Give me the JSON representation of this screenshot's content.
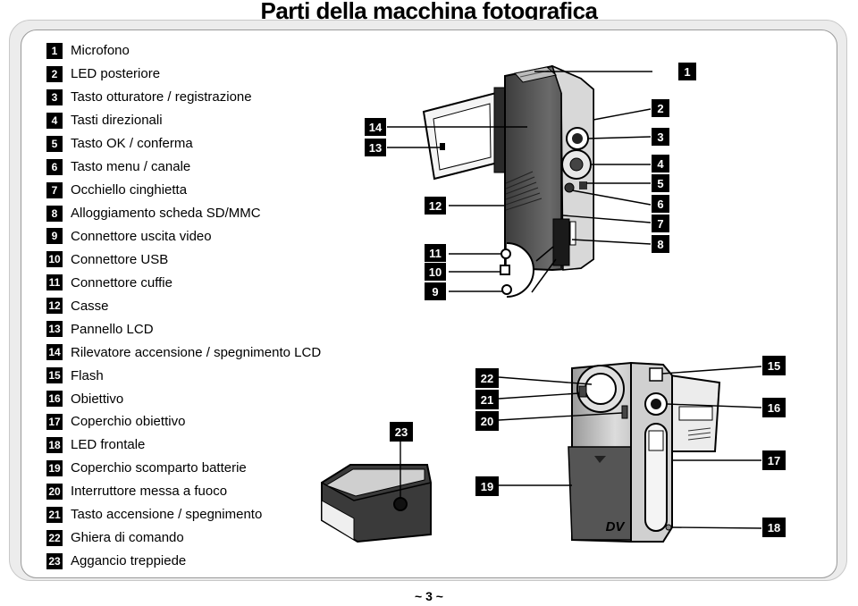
{
  "title": "Parti della macchina fotografica",
  "page_number": "~ 3 ~",
  "parts": [
    {
      "num": "1",
      "label": "Microfono"
    },
    {
      "num": "2",
      "label": "LED posteriore"
    },
    {
      "num": "3",
      "label": "Tasto otturatore / registrazione"
    },
    {
      "num": "4",
      "label": "Tasti direzionali"
    },
    {
      "num": "5",
      "label": "Tasto OK / conferma"
    },
    {
      "num": "6",
      "label": "Tasto menu / canale"
    },
    {
      "num": "7",
      "label": "Occhiello cinghietta"
    },
    {
      "num": "8",
      "label": "Alloggiamento scheda SD/MMC"
    },
    {
      "num": "9",
      "label": "Connettore uscita video"
    },
    {
      "num": "10",
      "label": "Connettore USB"
    },
    {
      "num": "11",
      "label": "Connettore cuffie"
    },
    {
      "num": "12",
      "label": "Casse"
    },
    {
      "num": "13",
      "label": "Pannello LCD"
    },
    {
      "num": "14",
      "label": "Rilevatore accensione / spegnimento LCD"
    },
    {
      "num": "15",
      "label": "Flash"
    },
    {
      "num": "16",
      "label": "Obiettivo"
    },
    {
      "num": "17",
      "label": "Coperchio obiettivo"
    },
    {
      "num": "18",
      "label": "LED frontale"
    },
    {
      "num": "19",
      "label": "Coperchio scomparto batterie"
    },
    {
      "num": "20",
      "label": "Interruttore messa a fuoco"
    },
    {
      "num": "21",
      "label": "Tasto accensione / spegnimento"
    },
    {
      "num": "22",
      "label": "Ghiera di comando"
    },
    {
      "num": "23",
      "label": "Aggancio treppiede"
    }
  ],
  "camera_logo": "DV"
}
